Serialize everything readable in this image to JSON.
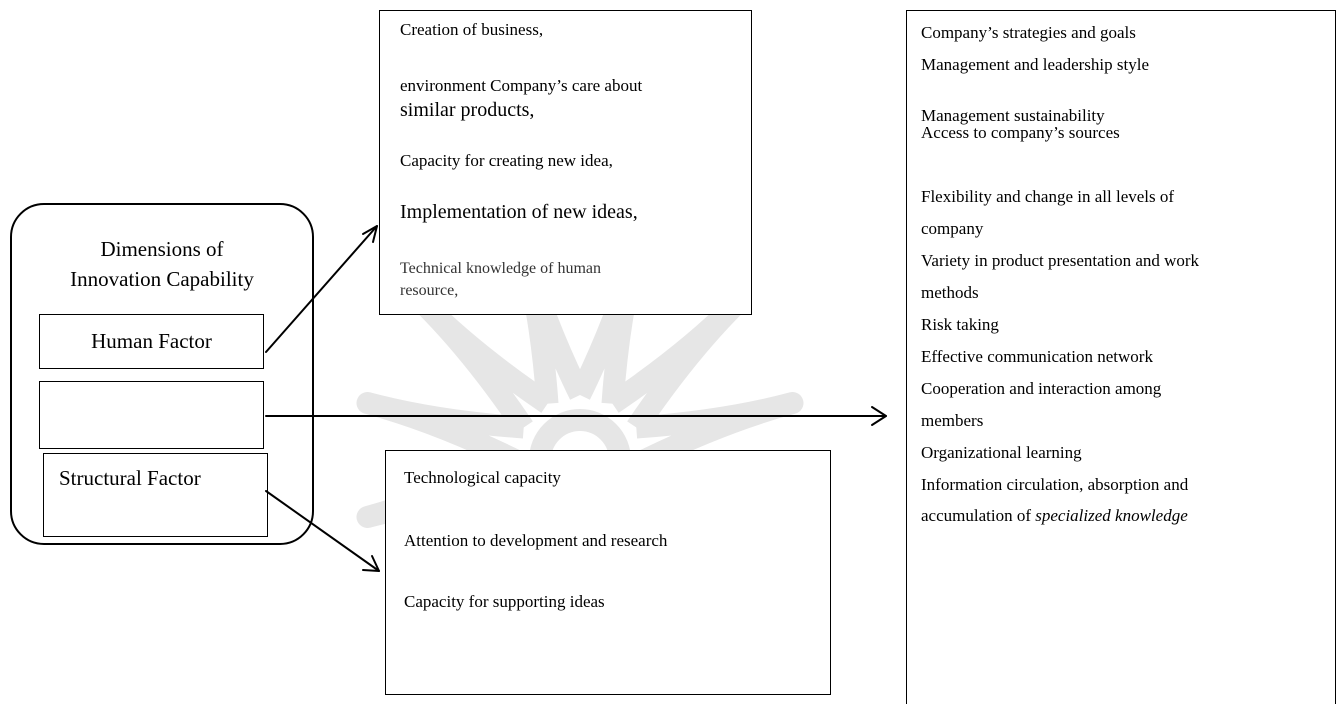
{
  "main": {
    "title_line1": "Dimensions of",
    "title_line2": "Innovation Capability",
    "factors": {
      "human": "Human Factor",
      "middle": "",
      "structural": "Structural Factor"
    }
  },
  "human_items": [
    "Creation of business,",
    "environment Company’s care about",
    "similar products,",
    "Capacity for creating new idea,",
    "Implementation of new ideas,",
    "Technical knowledge of human",
    "resource,"
  ],
  "structural_items": [
    "Technological capacity",
    "Attention to development and research",
    "Capacity for supporting ideas"
  ],
  "middle_items": [
    "Company’s strategies and goals",
    "Management and leadership style",
    "Management sustainability",
    "Access to company’s sources",
    "Flexibility and change in all levels of",
    "company",
    "Variety in product presentation and work",
    "methods",
    "Risk taking",
    "Effective communication network",
    "Cooperation and interaction among",
    "members",
    "Organizational learning",
    "Information circulation, absorption and",
    "accumulation of ",
    "specialized knowledge"
  ]
}
